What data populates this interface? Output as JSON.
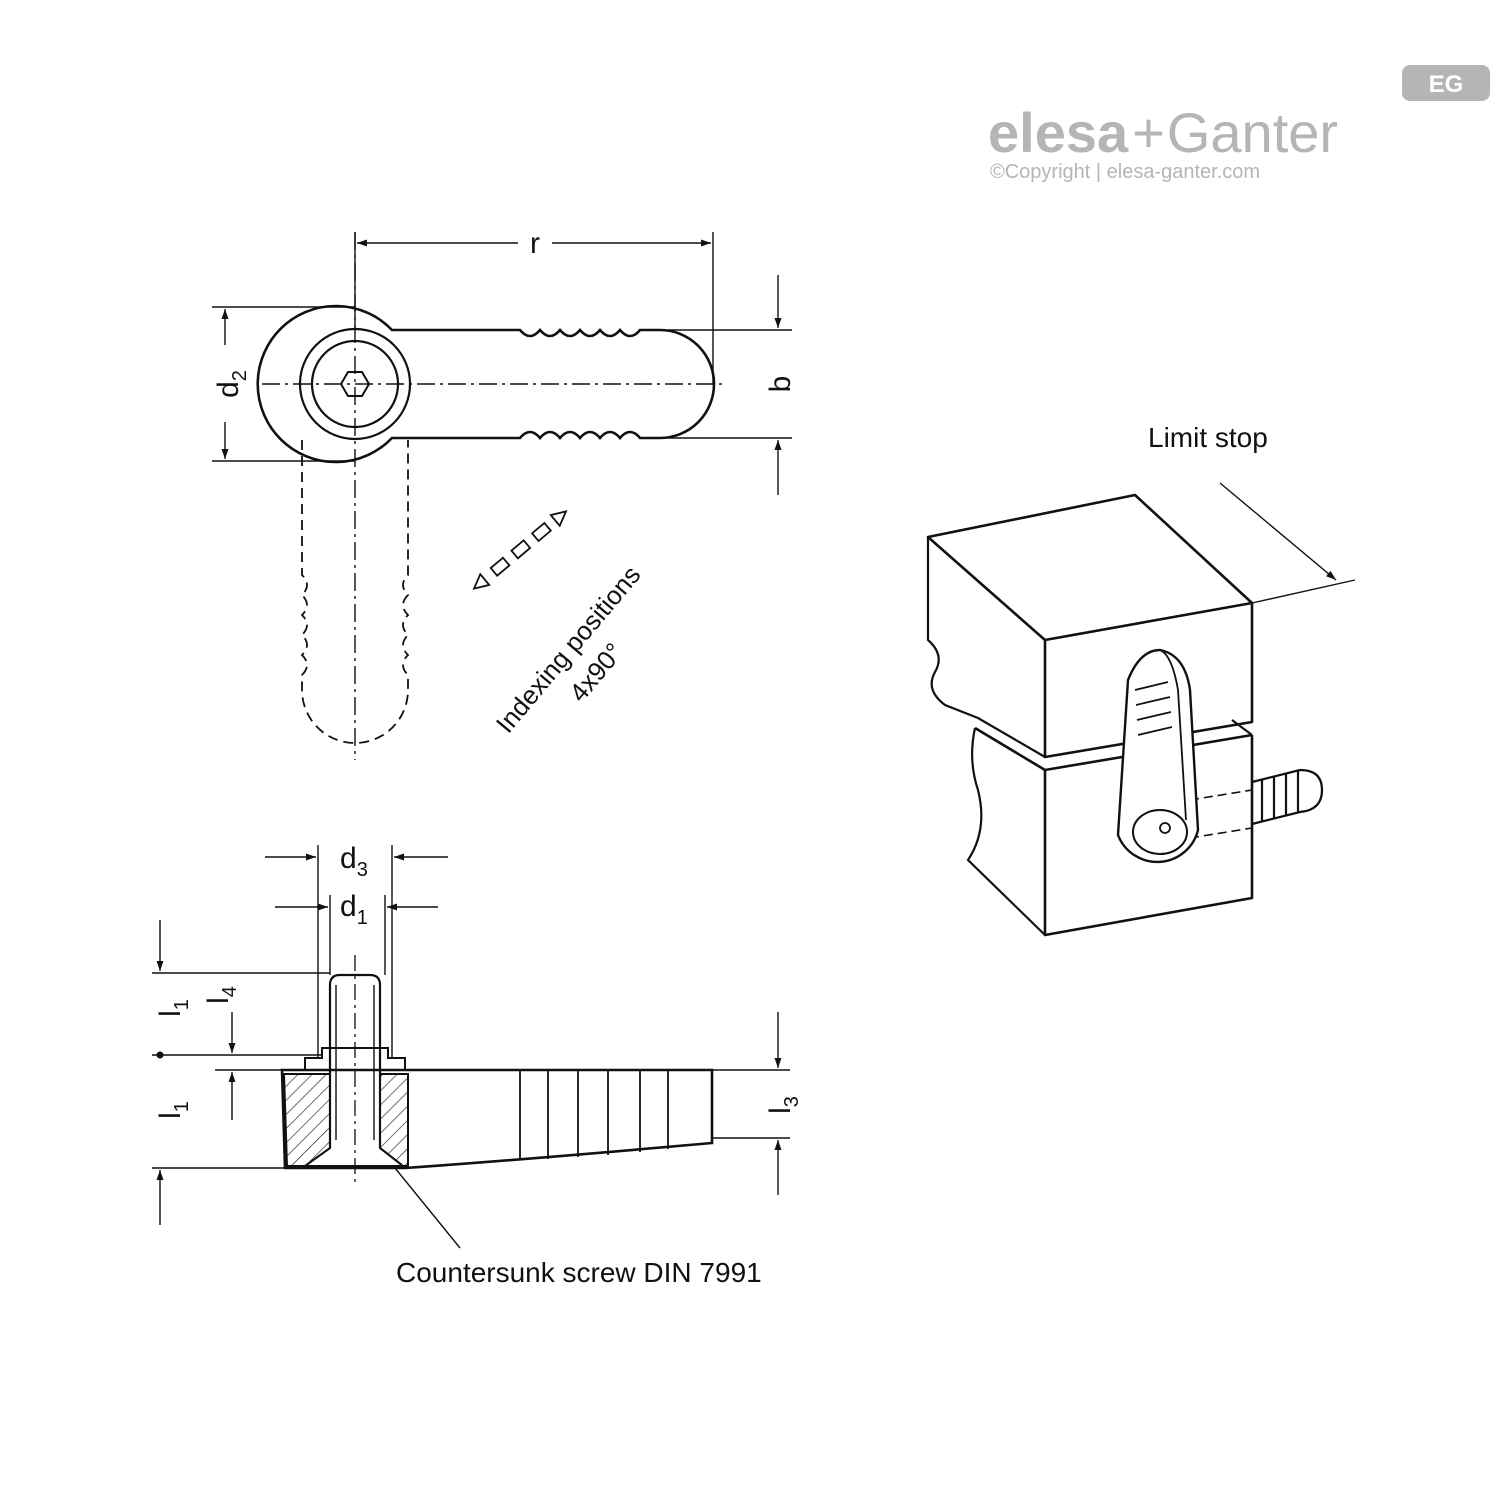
{
  "logo": {
    "badge": "EG",
    "brand_left": "elesa",
    "brand_plus": "+",
    "brand_right": "Ganter",
    "copyright": "©Copyright | elesa-ganter.com"
  },
  "colors": {
    "line": "#111111",
    "logo_gray": "#b5b5b5",
    "background": "#ffffff"
  },
  "top_view": {
    "dim_r": "r",
    "dim_d2": "d",
    "dim_d2_sub": "2",
    "dim_b": "b",
    "indexing_line1": "Indexing positions",
    "indexing_line2": "4x90°"
  },
  "side_view": {
    "dim_d3": "d",
    "dim_d3_sub": "3",
    "dim_d1": "d",
    "dim_d1_sub": "1",
    "dim_l1_upper": "l",
    "dim_l1_upper_sub": "1",
    "dim_l4": "l",
    "dim_l4_sub": "4",
    "dim_l1_lower": "l",
    "dim_l1_lower_sub": "1",
    "dim_l3": "l",
    "dim_l3_sub": "3",
    "screw_label": "Countersunk screw DIN 7991"
  },
  "iso_view": {
    "limit_stop_label": "Limit stop"
  }
}
